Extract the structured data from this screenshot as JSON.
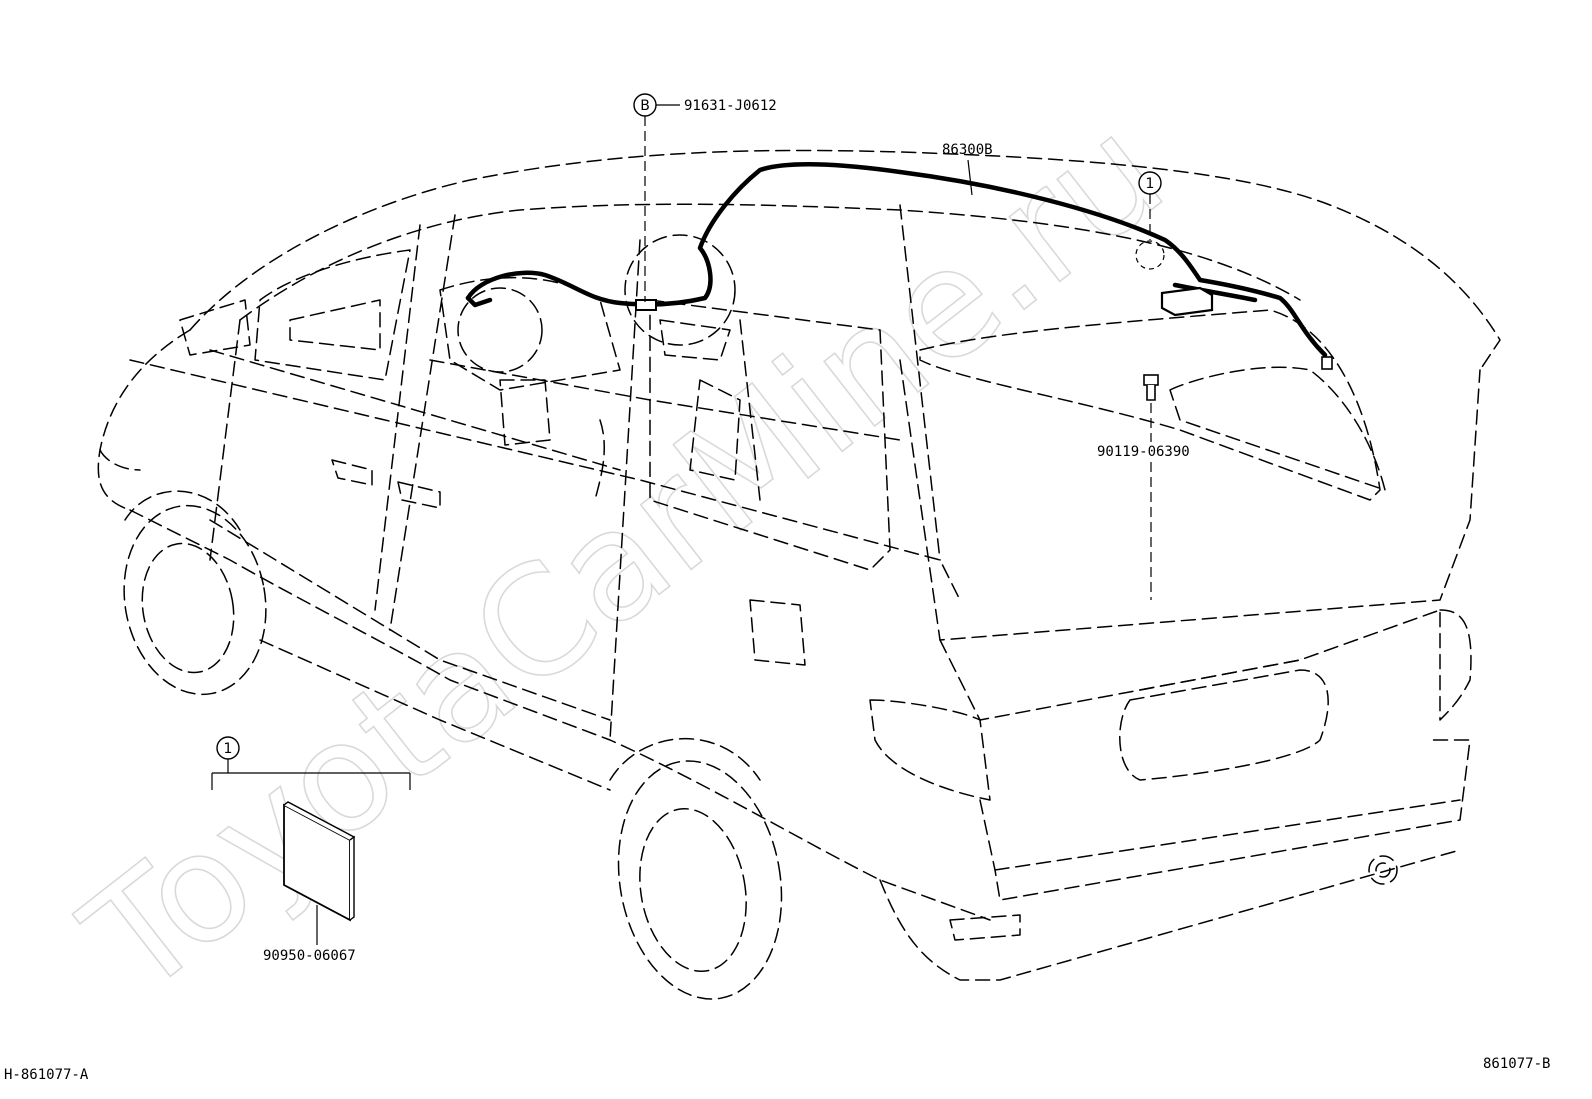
{
  "watermark": "ToyotaCarMine.ru",
  "figure_codes": {
    "left": "H-861077-A",
    "right": "861077-B"
  },
  "callouts": {
    "bolt_ref": {
      "symbol": "B",
      "part": "91631-J0612"
    },
    "cable": "86300B",
    "ref1_circle": "1",
    "screw": "90119-06390",
    "kit_ref": "1",
    "plate": "90950-06067"
  },
  "colors": {
    "ink": "#000000",
    "background": "#ffffff",
    "watermark": "#d9d9d9"
  }
}
